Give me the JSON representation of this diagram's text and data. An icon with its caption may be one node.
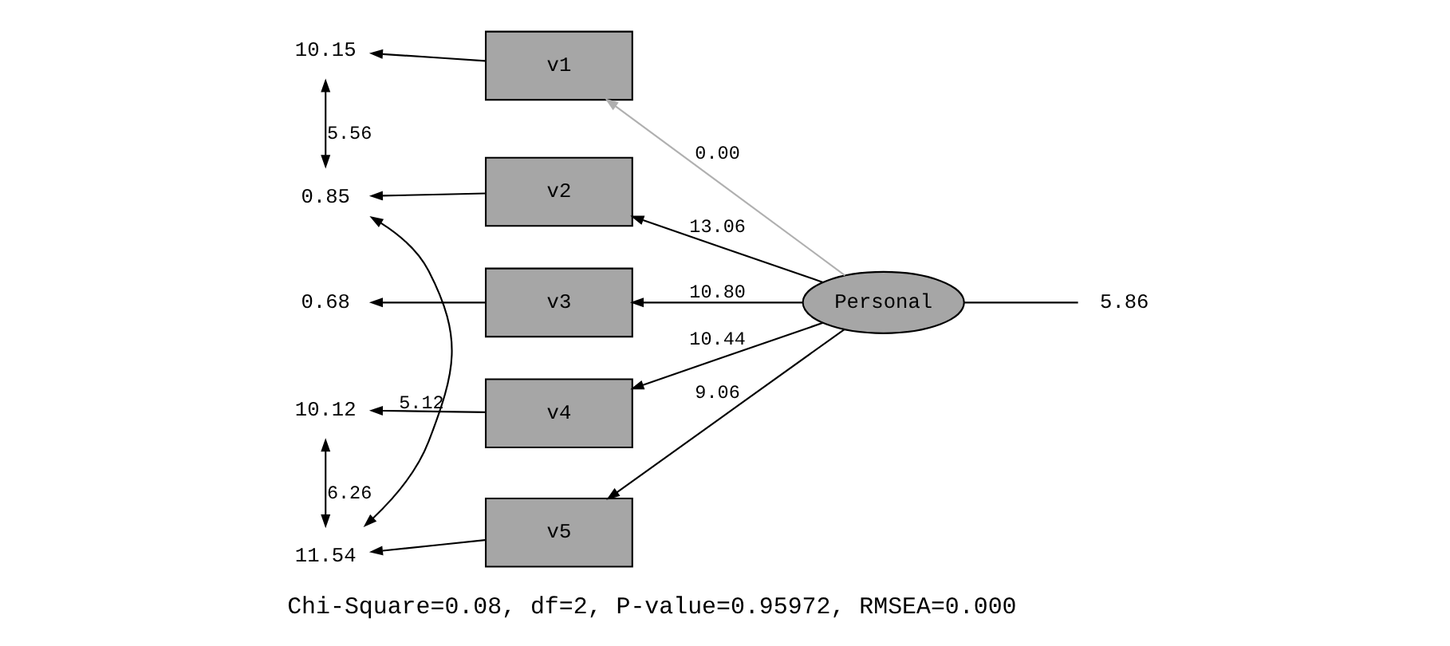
{
  "diagram": {
    "caption": "Chi-Square=0.08, df=2, P-value=0.95972, RMSEA=0.000",
    "nodes": [
      {
        "text": [
          "v1"
        ]
      },
      {
        "text": [
          "v2"
        ]
      },
      {
        "text": [
          "v3"
        ]
      },
      {
        "text": [
          "v4"
        ]
      },
      {
        "text": [
          "v5"
        ]
      },
      {
        "text": [
          "Personal"
        ]
      },
      {
        "text": [
          "10.15"
        ]
      },
      {
        "text": [
          "0.85"
        ]
      },
      {
        "text": [
          "0.68"
        ]
      },
      {
        "text": [
          "10.12"
        ]
      },
      {
        "text": [
          "11.54"
        ]
      },
      {
        "text": [
          "5.86"
        ]
      }
    ],
    "edges": [
      {
        "from": 5,
        "to": 0,
        "arrow": "to",
        "label": "0.00",
        "color": "#b0b0b0"
      },
      {
        "from": 5,
        "to": 1,
        "arrow": "to",
        "label": "13.06"
      },
      {
        "from": 5,
        "to": 2,
        "arrow": "to",
        "label": "10.80"
      },
      {
        "from": 5,
        "to": 3,
        "arrow": "to",
        "label": "10.44"
      },
      {
        "from": 5,
        "to": 4,
        "arrow": "to",
        "label": "9.06"
      },
      {
        "from": 0,
        "to": 6,
        "arrow": "to"
      },
      {
        "from": 1,
        "to": 7,
        "arrow": "to"
      },
      {
        "from": 2,
        "to": 8,
        "arrow": "to"
      },
      {
        "from": 3,
        "to": 9,
        "arrow": "to"
      },
      {
        "from": 4,
        "to": 10,
        "arrow": "to"
      },
      {
        "from": 6,
        "to": 7,
        "arrow": "both",
        "label": "5.56"
      },
      {
        "from": 7,
        "to": 10,
        "arrow": "both",
        "label": "5.12"
      },
      {
        "from": 9,
        "to": 10,
        "arrow": "both",
        "label": "6.26"
      },
      {
        "from": 5,
        "to": 11,
        "arrow": "none"
      }
    ]
  }
}
